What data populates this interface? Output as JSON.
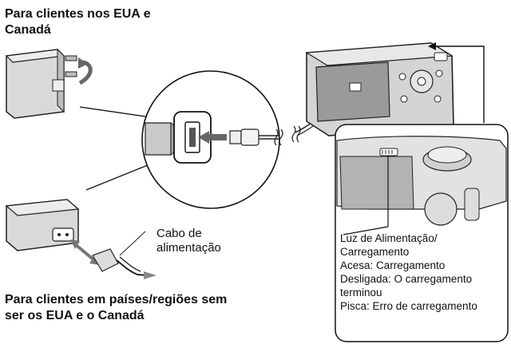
{
  "headings": {
    "us_canada_line1": "Para clientes nos EUA e",
    "us_canada_line2": "Canadá",
    "other_line1": "Para clientes em países/regiões sem",
    "other_line2": "ser os EUA e o Canadá"
  },
  "power_cord_label": {
    "line1": "Cabo de",
    "line2": "alimentação"
  },
  "indicator_callout": {
    "line1": "Luz de Alimentação/",
    "line2": "Carregamento",
    "line3": "Acesa: Carregamento",
    "line4": "Desligada: O carregamento",
    "line5": "terminou",
    "line6": "Pisca: Erro de carregamento"
  }
}
